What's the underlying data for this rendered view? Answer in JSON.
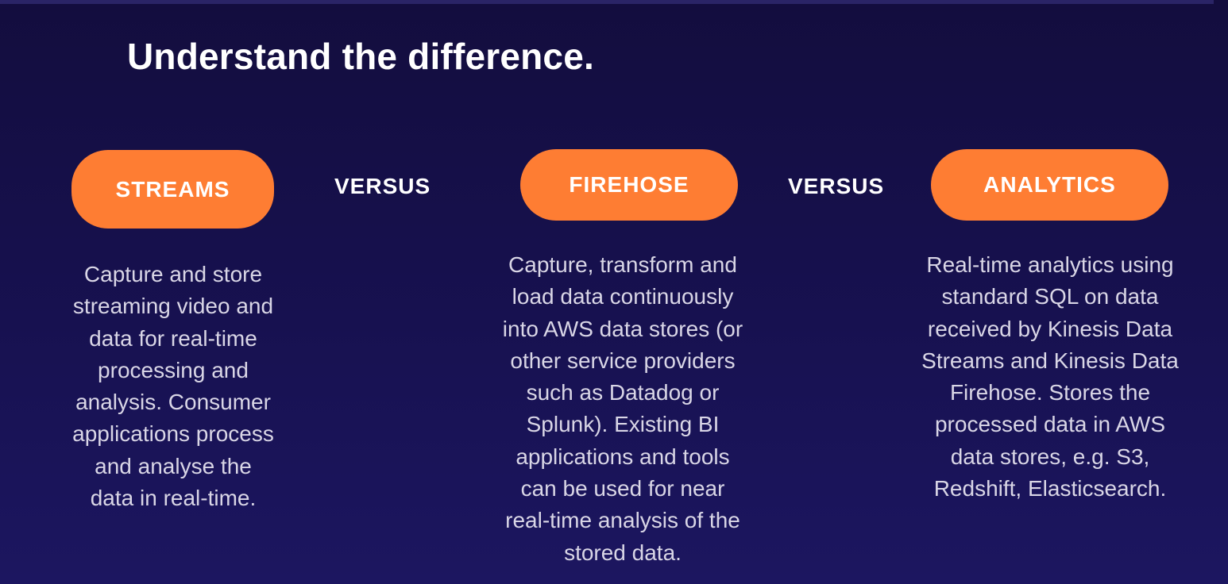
{
  "page": {
    "heading": "Understand the difference.",
    "accent_color": "#fe7d33",
    "background_color": "#171150"
  },
  "comparison": {
    "versus_label": "VERSUS",
    "services": [
      {
        "label": "STREAMS",
        "description": "Capture and store\nstreaming video and\ndata for real-time\nprocessing and\nanalysis. Consumer\napplications process\nand analyse the\ndata in real-time."
      },
      {
        "label": "FIREHOSE",
        "description": "Capture, transform and\nload data continuously\ninto AWS data stores (or\nother service providers\nsuch as Datadog or\nSplunk). Existing BI\napplications and tools\ncan be used for near\nreal-time analysis of the\nstored data."
      },
      {
        "label": "ANALYTICS",
        "description": "Real-time analytics using\nstandard SQL on data\nreceived by Kinesis Data\nStreams and Kinesis Data\nFirehose. Stores the\nprocessed data in AWS\ndata stores, e.g. S3,\nRedshift, Elasticsearch."
      }
    ]
  }
}
